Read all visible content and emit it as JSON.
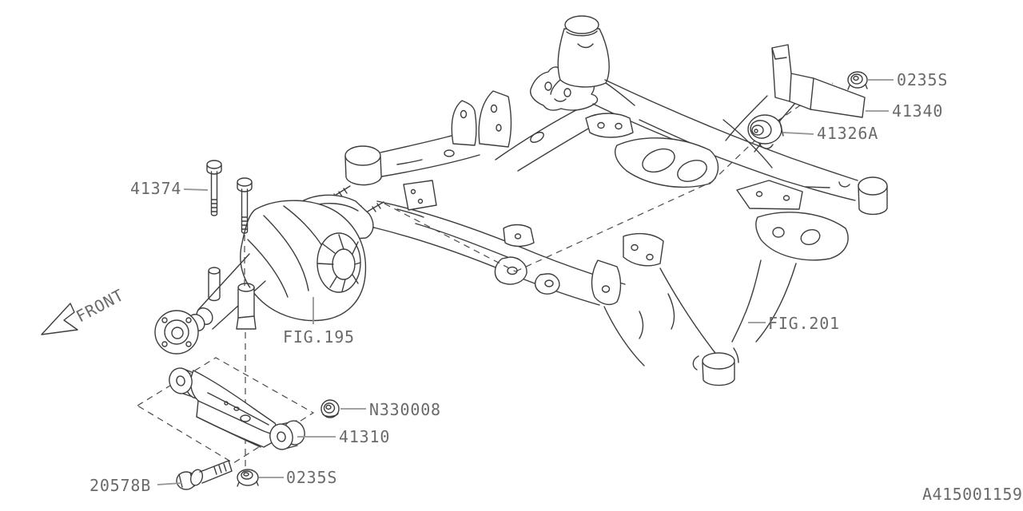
{
  "diagram": {
    "type": "parts-diagram",
    "drawing_number": "A415001159",
    "front_indicator": "FRONT",
    "figure_refs": {
      "differential": "FIG.195",
      "crossmember": "FIG.201"
    },
    "part_labels": {
      "nut_top": "0235S",
      "bracket": "41340",
      "bushing": "41326A",
      "bolt_pair": "41374",
      "stopper_nut": "N330008",
      "member_mount": "41310",
      "nut_bottom": "0235S",
      "bolt_bottom": "20578B"
    },
    "colors": {
      "line": "#3d3d3d",
      "leader": "#949494",
      "text": "#6a6a6a",
      "background": "#ffffff"
    }
  }
}
